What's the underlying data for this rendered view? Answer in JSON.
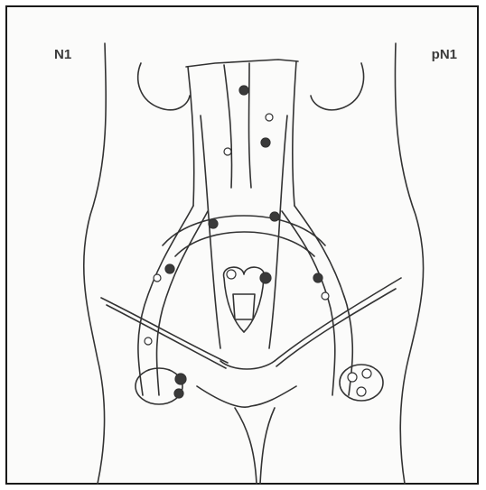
{
  "labels": {
    "left": "N1",
    "right": "pN1"
  },
  "figure": {
    "subject": "anatomical-line-drawing",
    "line_color": "#333333",
    "shade_color": "#c9c9c9",
    "node_fill_dark": "#3a3a3a",
    "node_fill_light": "#ffffff"
  }
}
